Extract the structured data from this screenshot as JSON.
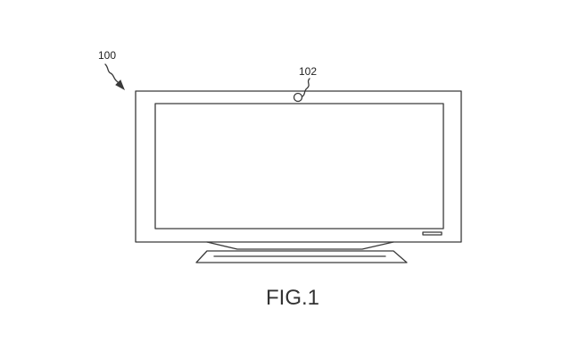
{
  "references": {
    "device": "100",
    "camera": "102"
  },
  "caption": "FIG.1",
  "colors": {
    "line": "#3a3a3a",
    "text": "#222222",
    "background": "#ffffff"
  }
}
